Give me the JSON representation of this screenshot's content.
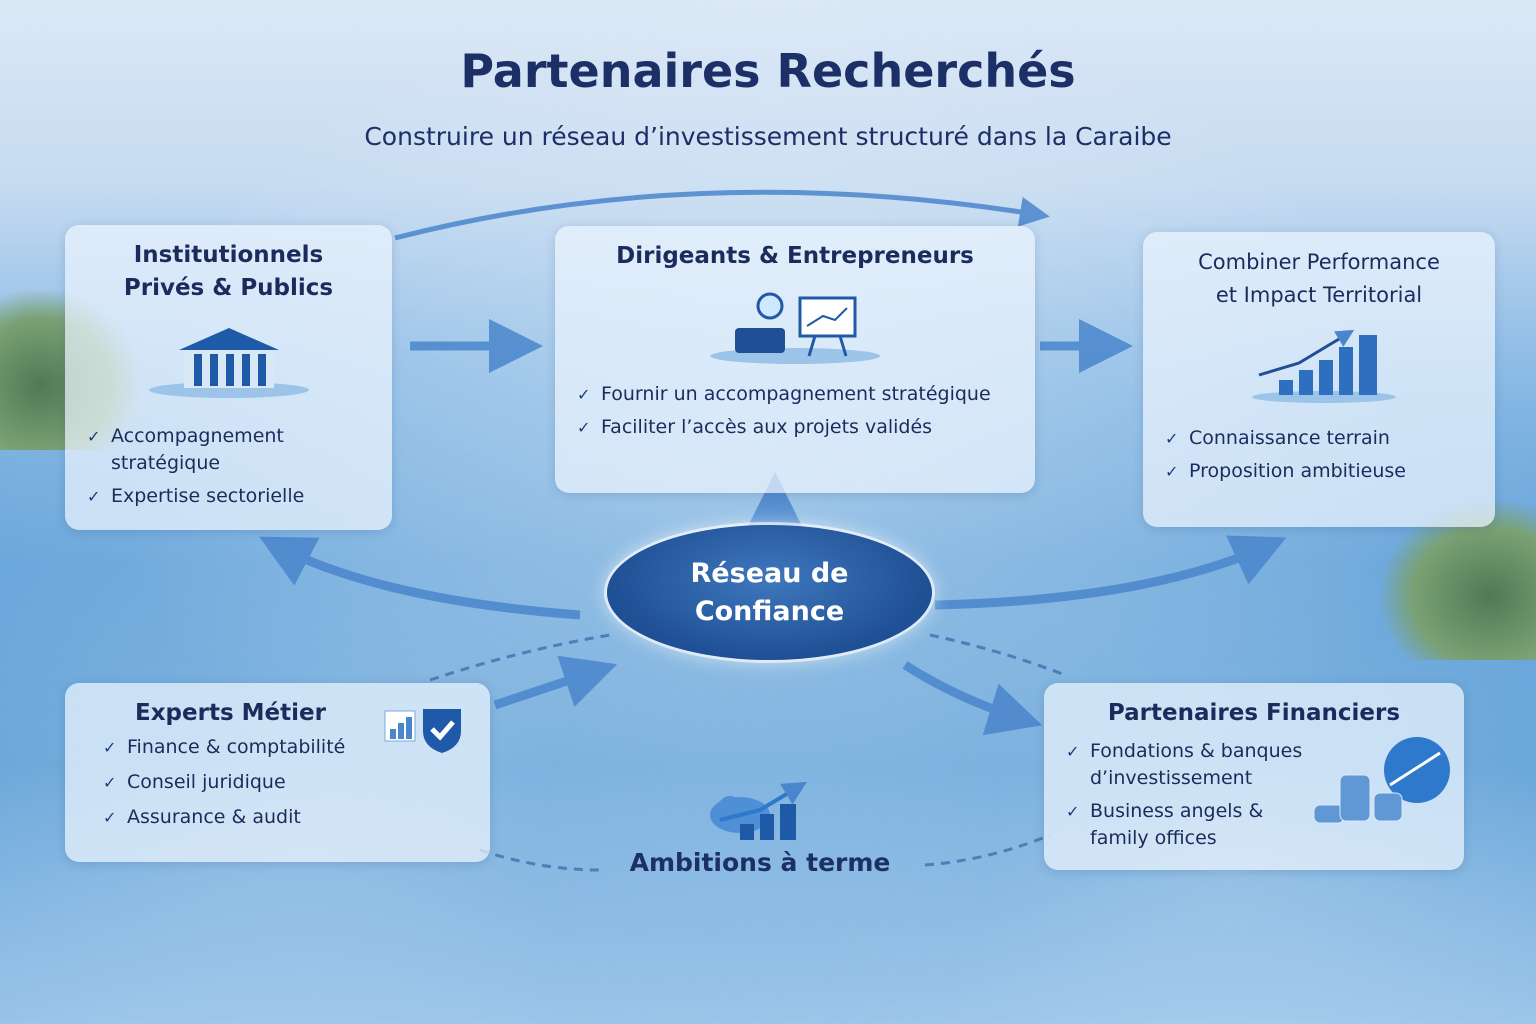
{
  "title": "Partenaires Recherchés",
  "subtitle": "Construire un réseau d’investissement structuré dans la Caraibe",
  "center": {
    "line1": "Réseau de",
    "line2": "Confiance"
  },
  "cards": {
    "institutionnels": {
      "title_line1": "Institutionnels",
      "title_line2": "Privés & Publics",
      "items": [
        "Accompagnement stratégique",
        "Expertise sectorielle"
      ]
    },
    "dirigeants": {
      "title": "Dirigeants & Entrepreneurs",
      "items": [
        "Fournir un accompagnement stratégique",
        "Faciliter l’accès aux projets validés"
      ]
    },
    "combiner": {
      "title_line1": "Combiner Performance",
      "title_line2": "et Impact Territorial",
      "items": [
        "Connaissance terrain",
        "Proposition ambitieuse"
      ]
    },
    "experts": {
      "title": "Experts Métier",
      "items": [
        "Finance & comptabilité",
        "Conseil juridique",
        "Assurance & audit"
      ]
    },
    "financiers": {
      "title": "Partenaires Financiers",
      "items": [
        "Fondations & banques d’investissement",
        "Business angels & family offices"
      ]
    }
  },
  "ambitions": "Ambitions à terme",
  "colors": {
    "title": "#1c2f66",
    "accent": "#1f4f94",
    "arrow": "#4a86cc"
  }
}
